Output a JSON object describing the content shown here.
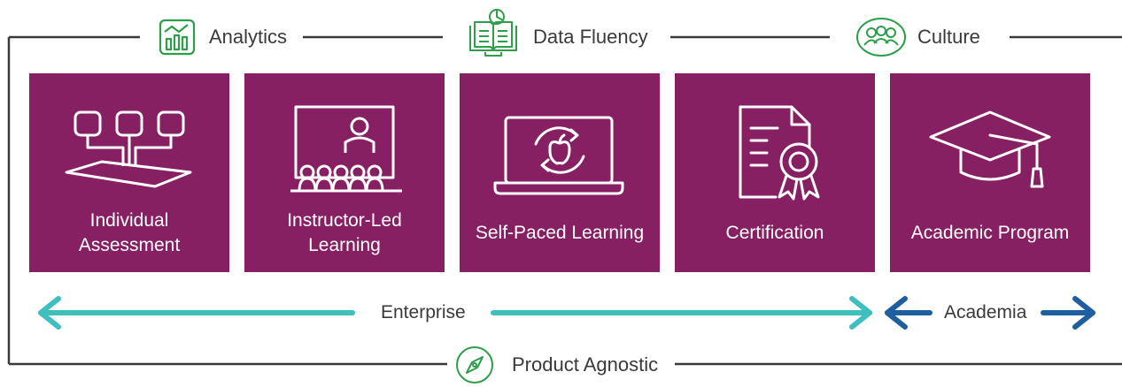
{
  "pillars": {
    "analytics": "Analytics",
    "data_fluency": "Data Fluency",
    "culture": "Culture",
    "product_agnostic": "Product Agnostic"
  },
  "cards": [
    {
      "label": "Individual\nAssessment",
      "icon": "assessment-network-icon"
    },
    {
      "label": "Instructor-Led\nLearning",
      "icon": "classroom-instructor-icon"
    },
    {
      "label": "Self-Paced Learning",
      "icon": "laptop-apple-icon"
    },
    {
      "label": "Certification",
      "icon": "certificate-seal-icon"
    },
    {
      "label": "Academic Program",
      "icon": "graduation-cap-icon"
    }
  ],
  "ranges": {
    "enterprise": "Enterprise",
    "academia": "Academia"
  },
  "colors": {
    "card": "#862063",
    "frame_line": "#3a3a3a",
    "enterprise_arrow": "#3fbfbf",
    "academia_arrow": "#1f5fa0",
    "pillar_icon": "#2e9e4a"
  }
}
